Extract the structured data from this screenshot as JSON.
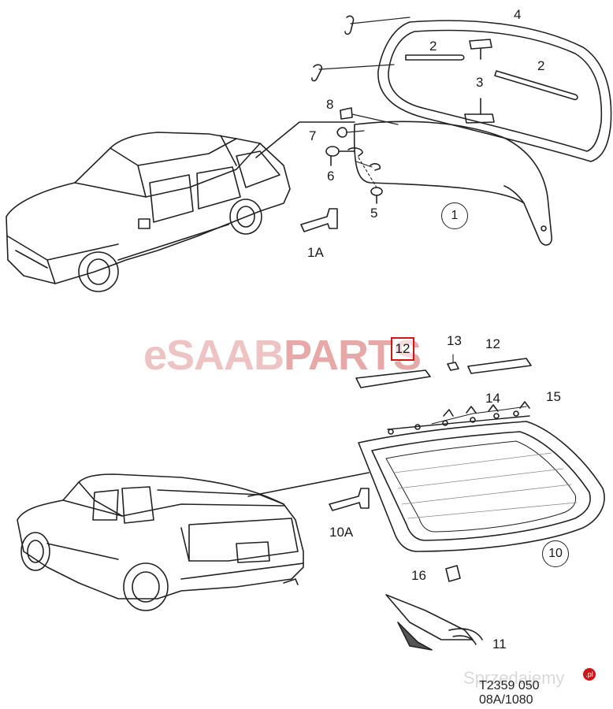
{
  "watermark": {
    "brand": "eSAAB",
    "parts": "PARTS"
  },
  "labels": {
    "p1": "1",
    "p1a": "1A",
    "p2a": "2",
    "p2b": "2",
    "p3": "3",
    "p4": "4",
    "p5": "5",
    "p6": "6",
    "p7": "7",
    "p8": "8",
    "p10": "10",
    "p10a": "10A",
    "p11": "11",
    "p12_boxed": "12",
    "p12": "12",
    "p13": "13",
    "p14": "14",
    "p15": "15",
    "p16": "16"
  },
  "footer": {
    "code_line1": "T2359 050",
    "code_line2": "08A/1080"
  },
  "site_badge": {
    "text": "Sprzedajemy",
    "dot": ".pl"
  },
  "colors": {
    "highlight_box": "#d0161c",
    "watermark": "#e8b0b0",
    "line": "#222222"
  }
}
